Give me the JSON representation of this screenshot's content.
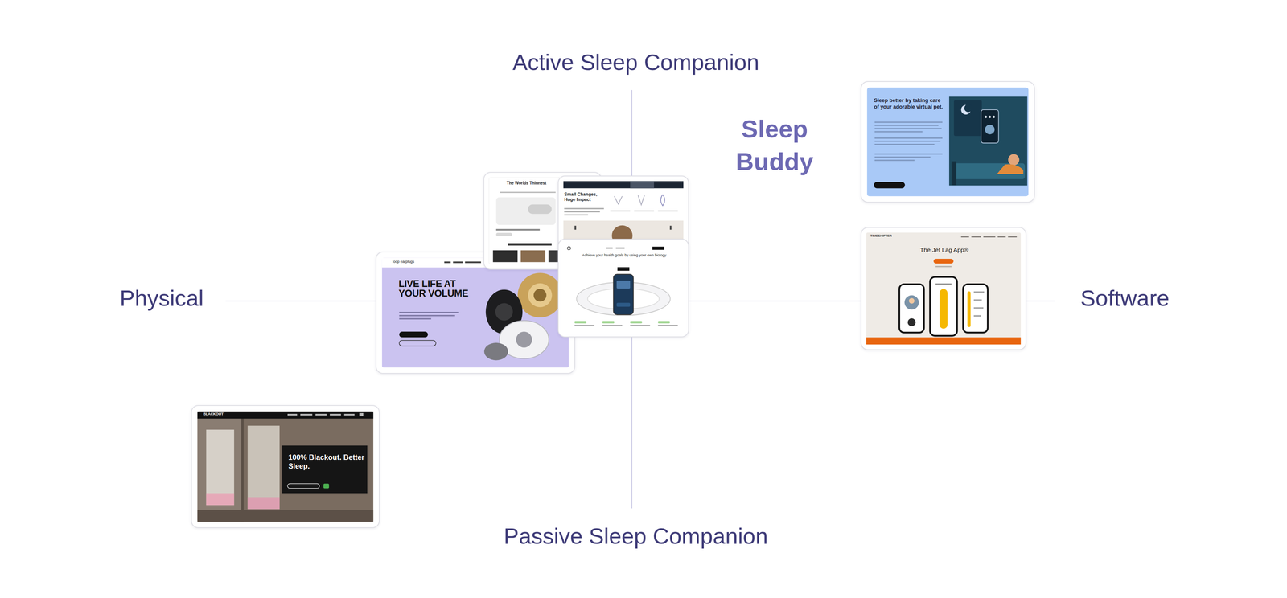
{
  "diagram": {
    "nodes": [
      {
        "text": [
          "Sleep better by taking care of your adorable virtual pet."
        ]
      },
      {
        "text": [
          "TIMESHIFTER",
          "The Jet Lag App®"
        ]
      },
      {
        "text": [
          "loop earplugs",
          "LIVE LIFE AT YOUR VOLUME"
        ]
      },
      {
        "text": [
          "The Worlds Thinnest"
        ]
      },
      {
        "text": [
          "Small Changes, Huge Impact"
        ]
      },
      {
        "text": [
          "Achieve your health goals by using your own biology"
        ]
      },
      {
        "text": [
          "BLACKOUT",
          "100% Blackout. Better Sleep."
        ]
      }
    ],
    "labels": [
      "Active Sleep Companion",
      "Sleep Buddy",
      "Physical",
      "Software",
      "Passive Sleep Companion"
    ]
  }
}
